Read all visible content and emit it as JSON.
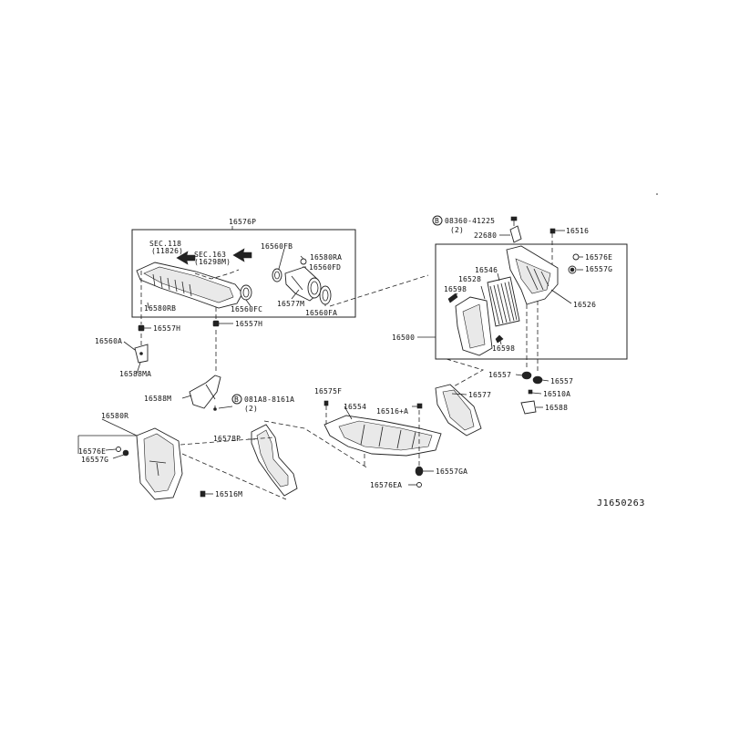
{
  "diagram": {
    "ref_code": "J1650263",
    "labels": {
      "l_16576P": "16576P",
      "l_sec118": "SEC.118",
      "l_11826": "(11826)",
      "l_sec163": "SEC.163",
      "l_16298M": "(16298M)",
      "l_16560FB": "16560FB",
      "l_16580RA": "16580RA",
      "l_16560FD": "16560FD",
      "l_16577M": "16577M",
      "l_16560FA": "16560FA",
      "l_16560FC": "16560FC",
      "l_16580RB": "16580RB",
      "l_16557H_a": "16557H",
      "l_16557H_b": "16557H",
      "l_16560A": "16560A",
      "l_16588MA": "16588MA",
      "l_16588M": "16588M",
      "l_081A8": "081A8-8161A",
      "l_081A8_qty": "(2)",
      "l_08360": "08360-41225",
      "l_08360_qty": "(2)",
      "l_16516": "16516",
      "l_22680": "22680",
      "l_16576E_r": "16576E",
      "l_16557G_r": "16557G",
      "l_16546": "16546",
      "l_16528": "16528",
      "l_16598_a": "16598",
      "l_16598_b": "16598",
      "l_16526": "16526",
      "l_16500": "16500",
      "l_16557_a": "16557",
      "l_16557_b": "16557",
      "l_16510A": "16510A",
      "l_16588": "16588",
      "l_16577": "16577",
      "l_16575F": "16575F",
      "l_16554": "16554",
      "l_16516A": "16516+A",
      "l_16557GA": "16557GA",
      "l_16576EA": "16576EA",
      "l_16580R": "16580R",
      "l_16576E_l": "16576E",
      "l_16557G_l": "16557G",
      "l_16578P": "16578P",
      "l_16516M": "16516M"
    },
    "badges": {
      "b1": "B",
      "b2": "B"
    }
  }
}
